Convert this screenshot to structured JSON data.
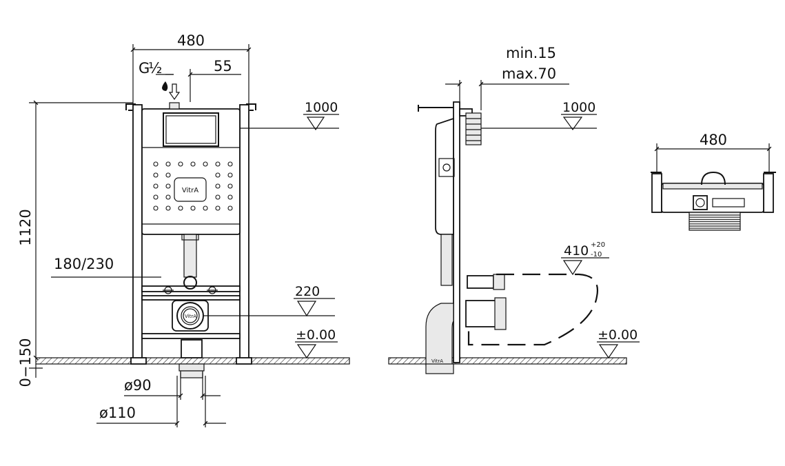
{
  "dimensions": {
    "front_width": "480",
    "inlet_thread_prefix": "G",
    "inlet_thread_fraction": "½",
    "inlet_offset": "55",
    "frame_height": "1120",
    "floor_range": "0−150",
    "pipe_spacing": "180/230",
    "drain_height": "220",
    "level_zero_front": "±0.00",
    "level_1000_front": "1000",
    "outlet_inner": "ø90",
    "outlet_outer": "ø110",
    "wall_min": "min.15",
    "wall_max": "max.70",
    "level_1000_side": "1000",
    "bowl_height": "410",
    "bowl_tol_plus": "+20",
    "bowl_tol_minus": "-10",
    "level_zero_side": "±0.00",
    "top_width": "480"
  },
  "branding": {
    "logo_text": "VitrA",
    "side_tag": "VitrA"
  }
}
